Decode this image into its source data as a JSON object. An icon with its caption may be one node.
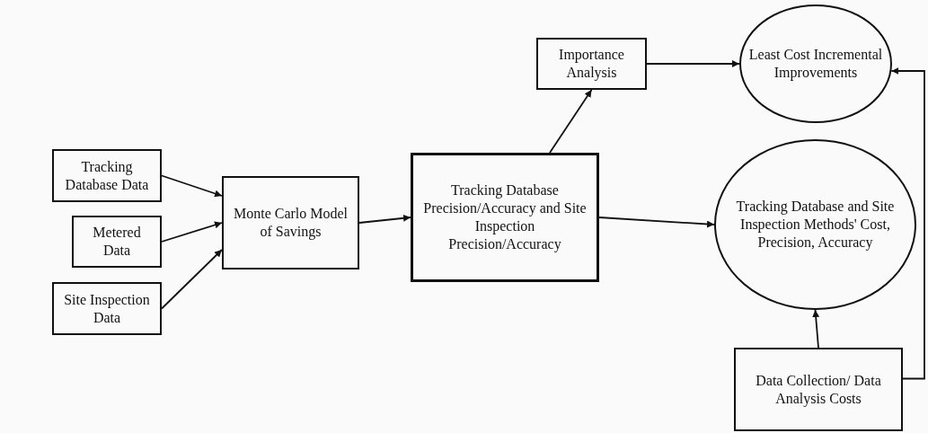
{
  "diagram": {
    "nodes": [
      {
        "text": [
          "Tracking Database Data"
        ]
      },
      {
        "text": [
          "Metered Data"
        ]
      },
      {
        "text": [
          "Site Inspection Data"
        ]
      },
      {
        "text": [
          "Monte Carlo Model of Savings"
        ]
      },
      {
        "text": [
          "Tracking Database Precision/Accuracy and Site Inspection Precision/Accuracy"
        ]
      },
      {
        "text": [
          "Importance Analysis"
        ]
      },
      {
        "text": [
          "Least Cost Incremental Improvements"
        ]
      },
      {
        "text": [
          "Tracking Database and Site Inspection Methods' Cost, Precision, Accuracy"
        ]
      },
      {
        "text": [
          "Data Collection/ Data Analysis Costs"
        ]
      }
    ],
    "edges": [
      {
        "from": 0,
        "to": 3,
        "arrow": "to"
      },
      {
        "from": 1,
        "to": 3,
        "arrow": "to"
      },
      {
        "from": 2,
        "to": 3,
        "arrow": "to"
      },
      {
        "from": 3,
        "to": 4,
        "arrow": "to"
      },
      {
        "from": 4,
        "to": 5,
        "arrow": "to"
      },
      {
        "from": 4,
        "to": 7,
        "arrow": "to"
      },
      {
        "from": 5,
        "to": 6,
        "arrow": "to"
      },
      {
        "from": 8,
        "to": 7,
        "arrow": "to"
      },
      {
        "from": 8,
        "to": 6,
        "arrow": "to"
      }
    ]
  }
}
